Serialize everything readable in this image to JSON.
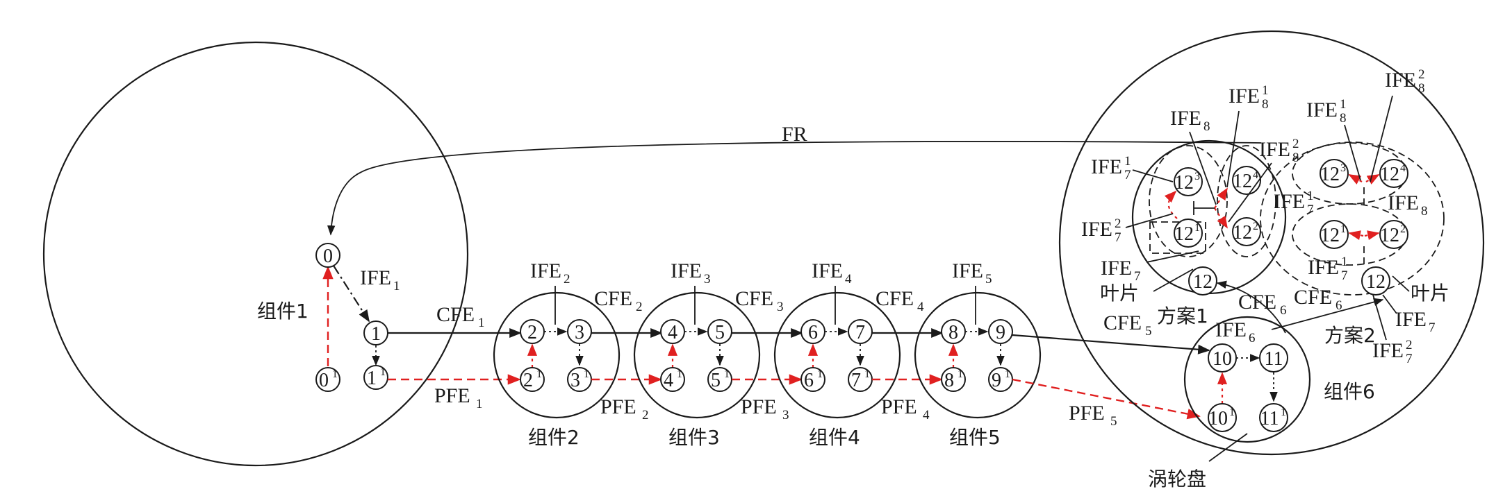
{
  "components": {
    "c1": "组件1",
    "c2": "组件2",
    "c3": "组件3",
    "c4": "组件4",
    "c5": "组件5",
    "c6": "组件6"
  },
  "parts": {
    "turbine_disk": "涡轮盘",
    "blade_left": "叶片",
    "blade_right": "叶片",
    "scheme1": "方案1",
    "scheme2": "方案2"
  },
  "relations": {
    "fr": "FR"
  },
  "nodes": {
    "n0": "0",
    "n0s": "0",
    "n1": "1",
    "n1s": "1",
    "n2": "2",
    "n2s": "2",
    "n3": "3",
    "n3s": "3",
    "n4": "4",
    "n4s": "4",
    "n5": "5",
    "n5s": "5",
    "n6": "6",
    "n6s": "6",
    "n7": "7",
    "n7s": "7",
    "n8": "8",
    "n8s": "8",
    "n9": "9",
    "n9s": "9",
    "n10": "10",
    "n10s": "10",
    "n11": "11",
    "n11s": "11",
    "n12": "12",
    "s1_a": "12",
    "s1_b": "12",
    "s1_c": "12",
    "s1_d": "12",
    "s2_a": "12",
    "s2_b": "12",
    "s2_c": "12",
    "s2_d": "12",
    "sup1": "1",
    "sup2": "2",
    "sup3": "3",
    "sup4": "4"
  },
  "labels": {
    "IFE1": [
      "IFE",
      "1"
    ],
    "IFE2": [
      "IFE",
      "2"
    ],
    "IFE3": [
      "IFE",
      "3"
    ],
    "IFE4": [
      "IFE",
      "4"
    ],
    "IFE5": [
      "IFE",
      "5"
    ],
    "CFE1": [
      "CFE",
      "1"
    ],
    "CFE2": [
      "CFE",
      "2"
    ],
    "CFE3": [
      "CFE",
      "3"
    ],
    "CFE4": [
      "CFE",
      "4"
    ],
    "CFE5": [
      "CFE",
      "5"
    ],
    "CFE6a": [
      "CFE",
      "6"
    ],
    "CFE6b": [
      "CFE",
      "6"
    ],
    "PFE1": [
      "PFE",
      "1"
    ],
    "PFE2": [
      "PFE",
      "2"
    ],
    "PFE3": [
      "PFE",
      "3"
    ],
    "PFE4": [
      "PFE",
      "4"
    ],
    "PFE5": [
      "PFE",
      "5"
    ],
    "IFE6": [
      "IFE",
      "6"
    ],
    "IFE7a": [
      "IFE",
      "7"
    ],
    "IFE7b": [
      "IFE",
      "7"
    ],
    "IFE8a": [
      "IFE",
      "8"
    ],
    "IFE8b": [
      "IFE",
      "8"
    ]
  },
  "superlabels": {
    "IFE7_1a": [
      "IFE",
      "7",
      "1"
    ],
    "IFE7_2a": [
      "IFE",
      "7",
      "2"
    ],
    "IFE8_1a": [
      "IFE",
      "8",
      "1"
    ],
    "IFE8_2a": [
      "IFE",
      "8",
      "2"
    ],
    "IFE8_1b": [
      "IFE",
      "8",
      "1"
    ],
    "IFE8_2b": [
      "IFE",
      "8",
      "2"
    ],
    "IFE7_1b": [
      "IFE",
      "7",
      "1"
    ],
    "IFE7_1c": [
      "IFE",
      "7",
      "1"
    ],
    "IFE7_2b": [
      "IFE",
      "7",
      "2"
    ]
  }
}
